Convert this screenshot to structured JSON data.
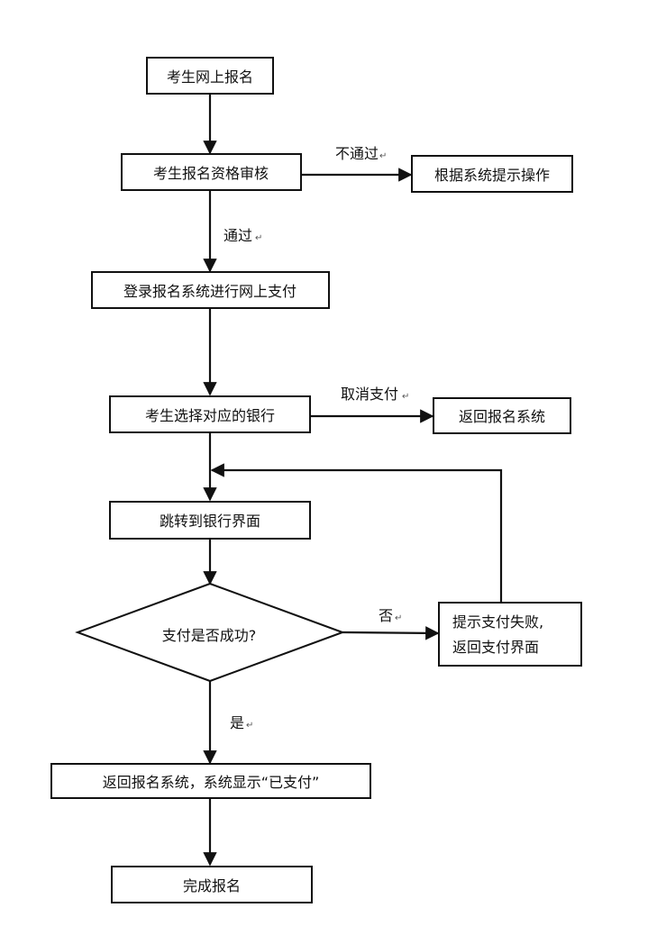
{
  "nodes": {
    "start": "考生网上报名",
    "review": "考生报名资格审核",
    "follow_prompt": "根据系统提示操作",
    "login_pay": "登录报名系统进行网上支付",
    "choose_bank": "考生选择对应的银行",
    "return_system": "返回报名系统",
    "jump_bank": "跳转到银行界面",
    "decision": "支付是否成功?",
    "fail_line1": "提示支付失败,",
    "fail_line2": "返回支付界面",
    "success": "返回报名系统，系统显示“已支付”",
    "finish": "完成报名"
  },
  "edge_labels": {
    "not_pass": "不通过",
    "pass": "通过",
    "cancel_pay": "取消支付",
    "no": "否",
    "yes": "是"
  },
  "return_mark": "↵"
}
